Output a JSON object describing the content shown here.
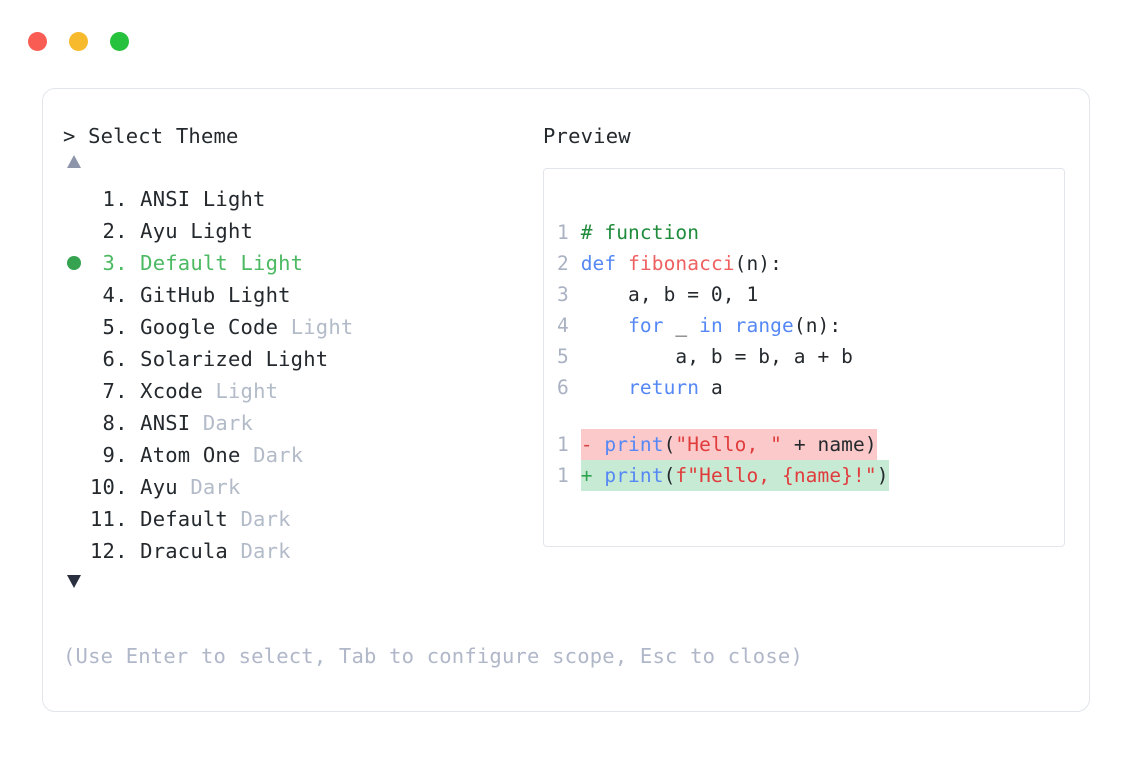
{
  "window": {
    "traffic_lights": [
      {
        "name": "close",
        "color": "#f85c53"
      },
      {
        "name": "minimize",
        "color": "#f7ba2d"
      },
      {
        "name": "maximize",
        "color": "#27c23d"
      }
    ]
  },
  "selector": {
    "prompt": "> Select Theme",
    "scroll_up_icon": "triangle-up-icon",
    "scroll_down_icon": "triangle-down-icon",
    "selected_index": 3,
    "selected_color": "#4cb963",
    "items": [
      {
        "num": " 1.",
        "name": "ANSI",
        "variant": "Light",
        "variant_dim": false,
        "selected": false
      },
      {
        "num": " 2.",
        "name": "Ayu",
        "variant": "Light",
        "variant_dim": false,
        "selected": false
      },
      {
        "num": " 3.",
        "name": "Default",
        "variant": "Light",
        "variant_dim": false,
        "selected": true
      },
      {
        "num": " 4.",
        "name": "GitHub",
        "variant": "Light",
        "variant_dim": false,
        "selected": false
      },
      {
        "num": " 5.",
        "name": "Google Code",
        "variant": "Light",
        "variant_dim": true,
        "selected": false
      },
      {
        "num": " 6.",
        "name": "Solarized",
        "variant": "Light",
        "variant_dim": false,
        "selected": false
      },
      {
        "num": " 7.",
        "name": "Xcode",
        "variant": "Light",
        "variant_dim": true,
        "selected": false
      },
      {
        "num": " 8.",
        "name": "ANSI",
        "variant": "Dark",
        "variant_dim": true,
        "selected": false
      },
      {
        "num": " 9.",
        "name": "Atom One",
        "variant": "Dark",
        "variant_dim": true,
        "selected": false
      },
      {
        "num": "10.",
        "name": "Ayu",
        "variant": "Dark",
        "variant_dim": true,
        "selected": false
      },
      {
        "num": "11.",
        "name": "Default",
        "variant": "Dark",
        "variant_dim": true,
        "selected": false
      },
      {
        "num": "12.",
        "name": "Dracula",
        "variant": "Dark",
        "variant_dim": true,
        "selected": false
      }
    ],
    "hint": "(Use Enter to select, Tab to configure scope, Esc to close)"
  },
  "preview": {
    "label": "Preview",
    "code_lines": [
      {
        "ln": "1",
        "tokens": [
          {
            "t": "# function",
            "c": "comment"
          }
        ]
      },
      {
        "ln": "2",
        "tokens": [
          {
            "t": "def ",
            "c": "keyword"
          },
          {
            "t": "fibonacci",
            "c": "func"
          },
          {
            "t": "(n):",
            "c": "plain"
          }
        ]
      },
      {
        "ln": "3",
        "tokens": [
          {
            "t": "    a, b = 0, 1",
            "c": "plain"
          }
        ]
      },
      {
        "ln": "4",
        "tokens": [
          {
            "t": "    ",
            "c": "plain"
          },
          {
            "t": "for",
            "c": "keyword"
          },
          {
            "t": " _ ",
            "c": "plain"
          },
          {
            "t": "in range",
            "c": "keyword"
          },
          {
            "t": "(n):",
            "c": "plain"
          }
        ]
      },
      {
        "ln": "5",
        "tokens": [
          {
            "t": "        a, b = b, a + b",
            "c": "plain"
          }
        ]
      },
      {
        "ln": "6",
        "tokens": [
          {
            "t": "    ",
            "c": "plain"
          },
          {
            "t": "return",
            "c": "keyword"
          },
          {
            "t": " a",
            "c": "plain"
          }
        ]
      }
    ],
    "diff_lines": [
      {
        "ln": "1",
        "marker": "-",
        "kind": "del",
        "bg": "#fbc9c9",
        "tokens": [
          {
            "t": "print",
            "c": "keyword"
          },
          {
            "t": "(",
            "c": "plain"
          },
          {
            "t": "\"Hello, \"",
            "c": "string"
          },
          {
            "t": " + name)",
            "c": "plain"
          }
        ]
      },
      {
        "ln": "1",
        "marker": "+",
        "kind": "add",
        "bg": "#c7ead4",
        "tokens": [
          {
            "t": "print",
            "c": "keyword"
          },
          {
            "t": "(",
            "c": "plain"
          },
          {
            "t": "f\"Hello, {name}!\"",
            "c": "string"
          },
          {
            "t": ")",
            "c": "plain"
          }
        ]
      }
    ]
  }
}
